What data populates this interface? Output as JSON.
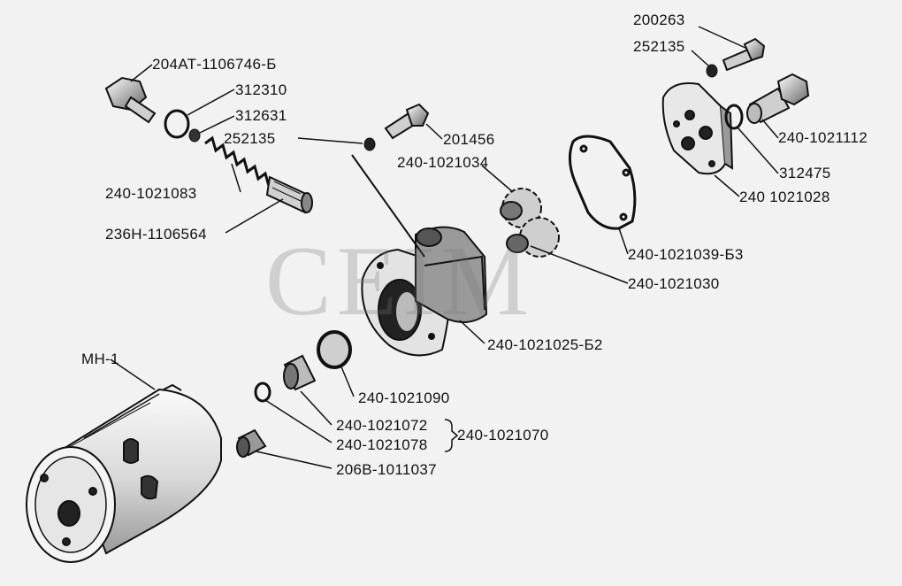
{
  "watermark": "CEIM",
  "labels": [
    {
      "id": "l01",
      "text": "200263"
    },
    {
      "id": "l02",
      "text": "252135"
    },
    {
      "id": "l03",
      "text": "204АТ-1106746-Б"
    },
    {
      "id": "l04",
      "text": "312310"
    },
    {
      "id": "l05",
      "text": "312631"
    },
    {
      "id": "l06",
      "text": "252135"
    },
    {
      "id": "l07",
      "text": "201456"
    },
    {
      "id": "l08",
      "text": "240-1021034"
    },
    {
      "id": "l09",
      "text": "240-1021083"
    },
    {
      "id": "l10",
      "text": "236Н-1106564"
    },
    {
      "id": "l11",
      "text": "240-1021112"
    },
    {
      "id": "l12",
      "text": "312475"
    },
    {
      "id": "l13",
      "text": "240 1021028"
    },
    {
      "id": "l14",
      "text": "240-1021039-Б3"
    },
    {
      "id": "l15",
      "text": "240-1021030"
    },
    {
      "id": "l16",
      "text": "240-1021025-Б2"
    },
    {
      "id": "l17",
      "text": "МН-1"
    },
    {
      "id": "l18",
      "text": "240-1021090"
    },
    {
      "id": "l19",
      "text": "240-1021072"
    },
    {
      "id": "l20",
      "text": "240-1021078"
    },
    {
      "id": "l21",
      "text": "240-1021070"
    },
    {
      "id": "l22",
      "text": "206В-1011037"
    }
  ]
}
